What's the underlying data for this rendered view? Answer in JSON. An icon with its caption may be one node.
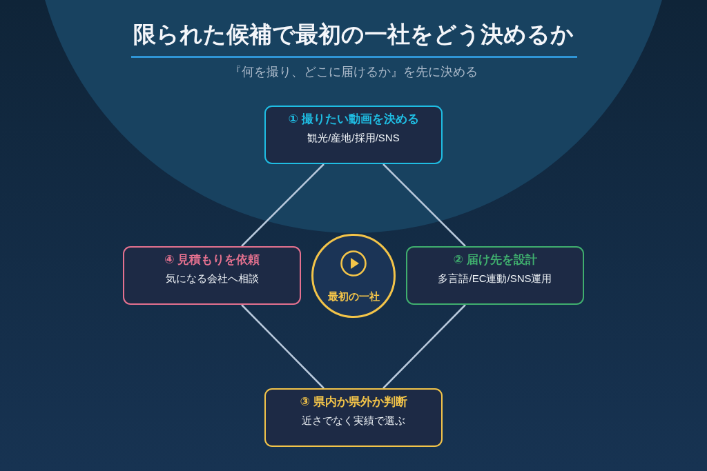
{
  "diagram": {
    "title": "限られた候補で最初の一社をどう決めるか",
    "nodes": [
      {
        "text": [
          "① 撮りたい動画を決める",
          "観光/産地/採用/SNS"
        ]
      },
      {
        "text": [
          "④ 見積もりを依頼",
          "気になる会社へ相談"
        ]
      },
      {
        "text": [
          "最初の一社"
        ]
      },
      {
        "text": [
          "② 届け先を設計",
          "多言語/EC連動/SNS運用"
        ]
      },
      {
        "text": [
          "③ 県内か県外か判断",
          "近さでなく実績で選ぶ"
        ]
      }
    ],
    "edges": [
      {
        "from": 0,
        "to": 3,
        "arrow": "none"
      },
      {
        "from": 3,
        "to": 4,
        "arrow": "none"
      },
      {
        "from": 4,
        "to": 1,
        "arrow": "none"
      },
      {
        "from": 1,
        "to": 0,
        "arrow": "none"
      }
    ],
    "labels": [
      "『何を撮り、どこに届けるか』を先に決める"
    ]
  }
}
